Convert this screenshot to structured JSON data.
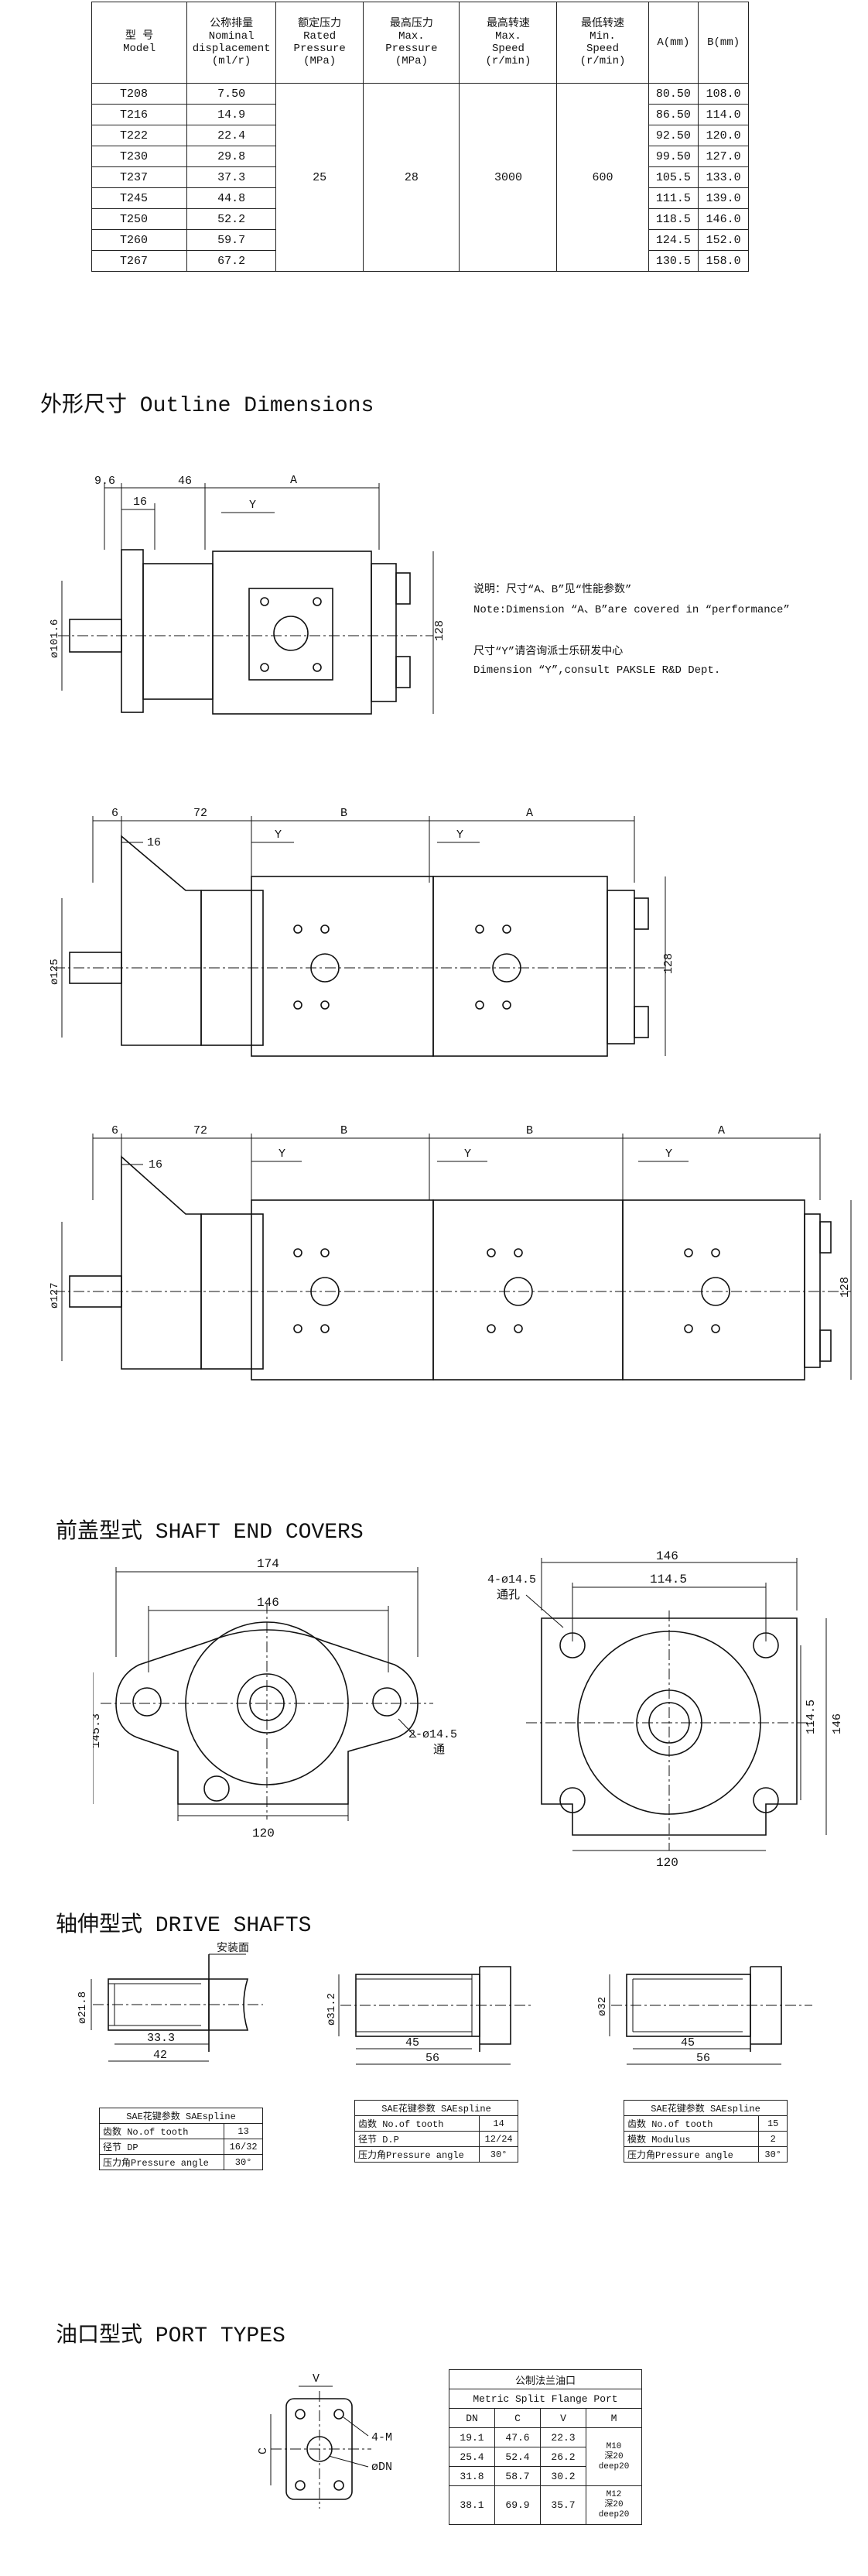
{
  "spec_table": {
    "headers": {
      "model": [
        "型 号",
        "Model"
      ],
      "displacement": [
        "公称排量",
        "Nominal",
        "displacement",
        "(ml/r)"
      ],
      "rated_pressure": [
        "额定压力",
        "Rated",
        "Pressure",
        "(MPa)"
      ],
      "max_pressure": [
        "最高压力",
        "Max.",
        "Pressure",
        "(MPa)"
      ],
      "max_speed": [
        "最高转速",
        "Max.",
        "Speed",
        "(r/min)"
      ],
      "min_speed": [
        "最低转速",
        "Min.",
        "Speed",
        "(r/min)"
      ],
      "a": "A(mm)",
      "b": "B(mm)"
    },
    "shared": {
      "rated_pressure": "25",
      "max_pressure": "28",
      "max_speed": "3000",
      "min_speed": "600"
    },
    "rows": [
      {
        "model": "T208",
        "disp": "7.50",
        "a": "80.50",
        "b": "108.0"
      },
      {
        "model": "T216",
        "disp": "14.9",
        "a": "86.50",
        "b": "114.0"
      },
      {
        "model": "T222",
        "disp": "22.4",
        "a": "92.50",
        "b": "120.0"
      },
      {
        "model": "T230",
        "disp": "29.8",
        "a": "99.50",
        "b": "127.0"
      },
      {
        "model": "T237",
        "disp": "37.3",
        "a": "105.5",
        "b": "133.0"
      },
      {
        "model": "T245",
        "disp": "44.8",
        "a": "111.5",
        "b": "139.0"
      },
      {
        "model": "T250",
        "disp": "52.2",
        "a": "118.5",
        "b": "146.0"
      },
      {
        "model": "T260",
        "disp": "59.7",
        "a": "124.5",
        "b": "152.0"
      },
      {
        "model": "T267",
        "disp": "67.2",
        "a": "130.5",
        "b": "158.0"
      }
    ]
  },
  "sections": {
    "outline": "外形尺寸 Outline Dimensions",
    "shaft_end": "前盖型式 SHAFT END COVERS",
    "drive_shafts": "轴伸型式 DRIVE SHAFTS",
    "port_types": "油口型式 PORT TYPES"
  },
  "notes": {
    "l1": "说明：尺寸“A、B”见“性能参数”",
    "l2": "Note:Dimension “A、B”are covered in “performance”",
    "l3": "尺寸“Y”请咨询派士乐研发中心",
    "l4": "Dimension “Y”,consult PAKSLE R&D Dept."
  },
  "dims": {
    "d1": {
      "offset": "9.6",
      "len": "46",
      "flange": "16",
      "y": "Y",
      "a": "A",
      "dia": "ø101.6",
      "h": "128"
    },
    "d2": {
      "offset": "6",
      "len": "72",
      "flange": "16",
      "y1": "Y",
      "b": "B",
      "y2": "Y",
      "a": "A",
      "dia": "ø125",
      "h": "128"
    },
    "d3": {
      "offset": "6",
      "len": "72",
      "flange": "16",
      "y1": "Y",
      "b1": "B",
      "y2": "Y",
      "b2": "B",
      "y3": "Y",
      "a": "A",
      "dia": "ø127",
      "h": "128"
    }
  },
  "covers": {
    "left": {
      "w1": "174",
      "w2": "146",
      "h": "145.3",
      "bottom": "120",
      "holes": "2-ø14.5",
      "through": "通"
    },
    "right": {
      "w1": "146",
      "w2": "114.5",
      "holes": "4-ø14.5",
      "through": "通孔",
      "h1": "114.5",
      "h2": "146",
      "bottom": "120"
    }
  },
  "shafts": {
    "s1": {
      "dia": "ø21.8",
      "l1": "33.3",
      "l2": "42",
      "mount": "安装面",
      "table": {
        "title": "SAE花键参数 SAEspline",
        "rows": [
          [
            "齿数 No.of tooth",
            "13"
          ],
          [
            "径节 DP",
            "16/32"
          ],
          [
            "压力角Pressure angle",
            "30°"
          ]
        ]
      }
    },
    "s2": {
      "dia": "ø31.2",
      "l1": "45",
      "l2": "56",
      "table": {
        "title": "SAE花键参数 SAEspline",
        "rows": [
          [
            "齿数 No.of tooth",
            "14"
          ],
          [
            "径节 D.P",
            "12/24"
          ],
          [
            "压力角Pressure angle",
            "30°"
          ]
        ]
      }
    },
    "s3": {
      "dia": "ø32",
      "l1": "45",
      "l2": "56",
      "table": {
        "title": "SAE花键参数 SAEspline",
        "rows": [
          [
            "齿数 No.of tooth",
            "15"
          ],
          [
            "模数 Modulus",
            "2"
          ],
          [
            "压力角Pressure angle",
            "30°"
          ]
        ]
      }
    }
  },
  "port": {
    "labels": {
      "v": "V",
      "m": "4-M",
      "c": "C",
      "dn": "øDN"
    },
    "table": {
      "title1": "公制法兰油口",
      "title2": "Metric Split Flange Port",
      "headers": [
        "DN",
        "C",
        "V",
        "M"
      ],
      "rows": [
        [
          "19.1",
          "47.6",
          "22.3"
        ],
        [
          "25.4",
          "52.4",
          "26.2"
        ],
        [
          "31.8",
          "58.7",
          "30.2"
        ],
        [
          "38.1",
          "69.9",
          "35.7"
        ]
      ],
      "m1a": "M10",
      "m1b": "深20",
      "m1c": "deep20",
      "m2a": "M12",
      "m2b": "深20",
      "m2c": "deep20"
    }
  }
}
